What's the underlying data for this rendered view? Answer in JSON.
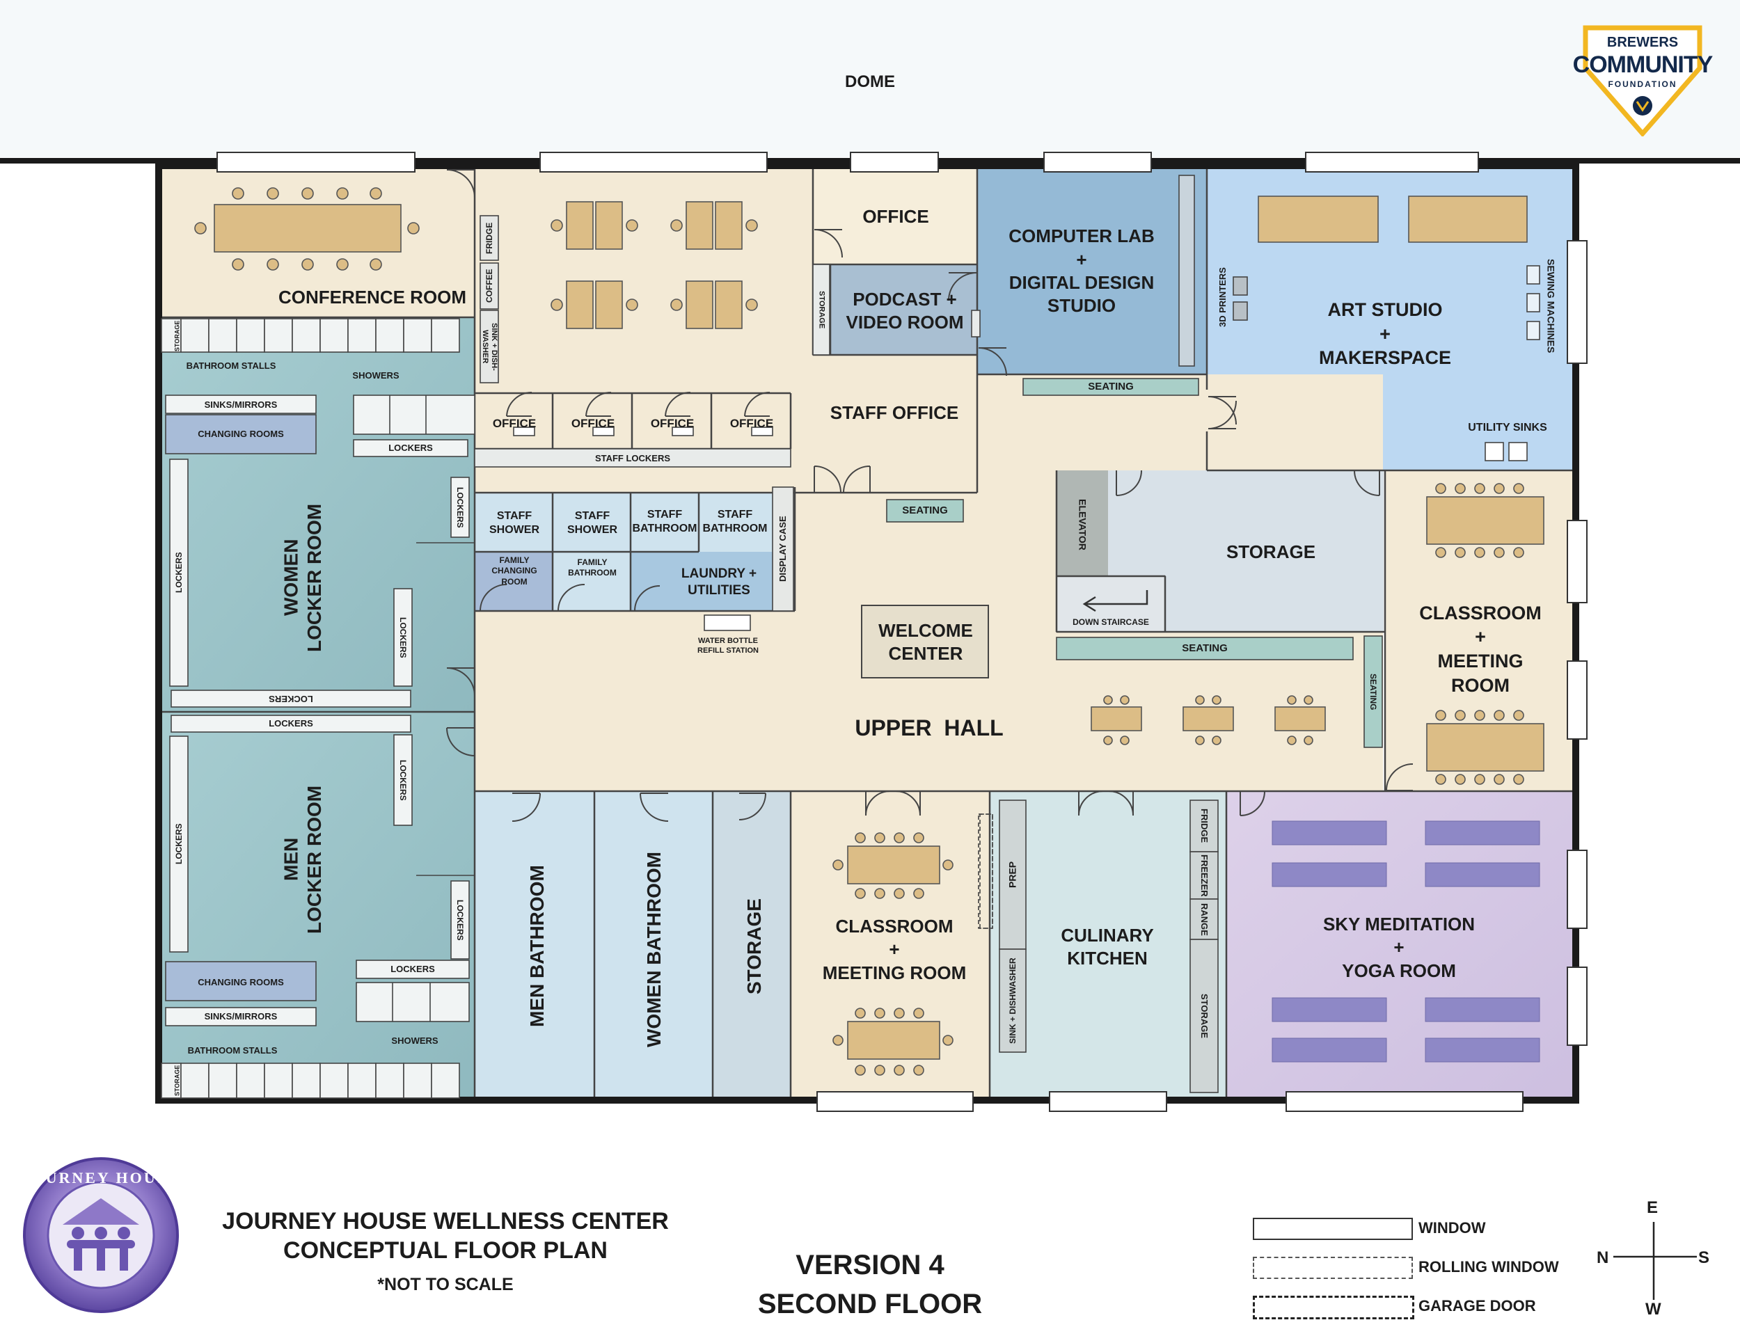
{
  "dome": "DOME",
  "rooms": {
    "conference": "CONFERENCE ROOM",
    "office_top": "OFFICE",
    "podcast": "PODCAST +\nVIDEO ROOM",
    "computer_lab": "COMPUTER LAB\n+\nDIGITAL DESIGN\nSTUDIO",
    "art_studio": "ART STUDIO\n+\nMAKERSPACE",
    "staff_office": "STAFF OFFICE",
    "office": "OFFICE",
    "storage_center": "STORAGE",
    "classroom_east": "CLASSROOM\n+\nMEETING\nROOM",
    "welcome": "WELCOME\nCENTER",
    "upper_hall": "UPPER  HALL",
    "women_locker": "WOMEN\nLOCKER ROOM",
    "men_locker": "MEN\nLOCKER ROOM",
    "men_bathroom": "MEN BATHROOM",
    "women_bathroom": "WOMEN BATHROOM",
    "storage_south": "STORAGE",
    "classroom_south": "CLASSROOM\n+\nMEETING ROOM",
    "culinary": "CULINARY\nKITCHEN",
    "sky": "SKY MEDITATION\n+\nYOGA ROOM",
    "staff_shower": "STAFF\nSHOWER",
    "staff_bathroom": "STAFF\nBATHROOM",
    "family_changing": "FAMILY\nCHANGING\nROOM",
    "family_bathroom": "FAMILY\nBATHROOM",
    "laundry": "LAUNDRY +\nUTILITIES"
  },
  "fixtures": {
    "storage": "STORAGE",
    "bathroom_stalls": "BATHROOM STALLS",
    "showers": "SHOWERS",
    "sinks_mirrors": "SINKS/MIRRORS",
    "changing_rooms": "CHANGING ROOMS",
    "lockers": "LOCKERS",
    "fridge": "FRIDGE",
    "coffee": "COFFEE",
    "sink_dishwasher_break": "SINK + DISH-\nWASHER",
    "staff_lockers": "STAFF LOCKERS",
    "seating": "SEATING",
    "printers": "3D PRINTERS",
    "sewing": "SEWING MACHINES",
    "utility_sinks": "UTILITY SINKS",
    "elevator": "ELEVATOR",
    "down_staircase": "DOWN STAIRCASE",
    "display_case": "DISPLAY CASE",
    "water_bottle": "WATER BOTTLE\nREFILL STATION",
    "prep": "PREP",
    "sink_dishwasher": "SINK + DISHWASHER",
    "freezer": "FREEZER",
    "range": "RANGE"
  },
  "title": {
    "line1": "JOURNEY HOUSE WELLNESS CENTER",
    "line2": "CONCEPTUAL FLOOR PLAN",
    "note": "*NOT TO SCALE",
    "version": "VERSION 4",
    "floor": "SECOND FLOOR"
  },
  "legend": {
    "window": "WINDOW",
    "rolling": "ROLLING WINDOW",
    "garage": "GARAGE DOOR"
  },
  "compass": {
    "e": "E",
    "n": "N",
    "s": "S",
    "w": "W"
  },
  "logos": {
    "brewers_top": "BREWERS",
    "brewers_mid": "COMMUNITY",
    "brewers_bottom": "FOUNDATION",
    "journey": "JOURNEY HOUSE"
  },
  "colors": {
    "cream": "#f3ead6",
    "teal": "#9cc3c8",
    "light_blue": "#cfe3ee",
    "blue": "#a8c8e0",
    "lab_blue": "#95bad6",
    "art_blue": "#bcd8f2",
    "lavender": "#d7c9e4",
    "purple_mat": "#8e88c6",
    "table": "#dcbd86"
  }
}
